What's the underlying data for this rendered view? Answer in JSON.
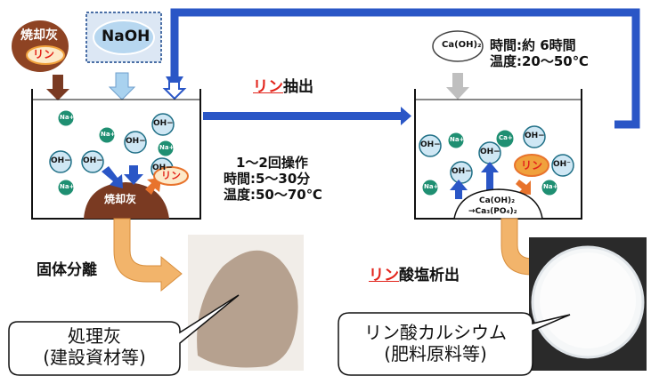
{
  "inputs": {
    "ash_label": "焼却灰",
    "phosphorus_label": "リン",
    "naoh_label": "NaOH"
  },
  "left_tank": {
    "ions": [
      "Na+",
      "Na+",
      "OH−",
      "OH−",
      "Na+",
      "OH−",
      "OH−",
      "OH−",
      "Na+"
    ],
    "ash_label": "焼却灰",
    "phosphorus_label": "リン"
  },
  "extraction": {
    "highlight": "リン",
    "text": "抽出"
  },
  "left_conditions": {
    "line1": "1〜2回操作",
    "line2": "時間:5〜30分",
    "line3": "温度:50〜70℃"
  },
  "right_input": {
    "reagent": "Ca(OH)₂"
  },
  "right_conditions": {
    "line1": "時間:約 6時間",
    "line2": "温度:20〜50℃"
  },
  "right_tank": {
    "ions": [
      "Na+",
      "OH−",
      "Ca+",
      "OH−",
      "Na+",
      "OH−",
      "OH−",
      "Na+"
    ],
    "phosphorus_label": "リン",
    "mound_line1": "Ca(OH)₂",
    "mound_line2": "→Ca₃(PO₄)₂"
  },
  "solid_separation": "固体分離",
  "precipitation": {
    "highlight": "リン",
    "text": "酸塩析出"
  },
  "left_callout": {
    "line1": "処理灰",
    "line2": "(建設資材等)"
  },
  "right_callout": {
    "line1": "リン酸カルシウム",
    "line2": "(肥料原料等)"
  },
  "colors": {
    "flow_blue": "#2a56c6",
    "ash_brown": "#7a3a22",
    "light_blue": "#a9d2ef",
    "ion_teal": "#1f8f72",
    "orange_arrow": "#e8a46a",
    "red": "#e2231a"
  }
}
